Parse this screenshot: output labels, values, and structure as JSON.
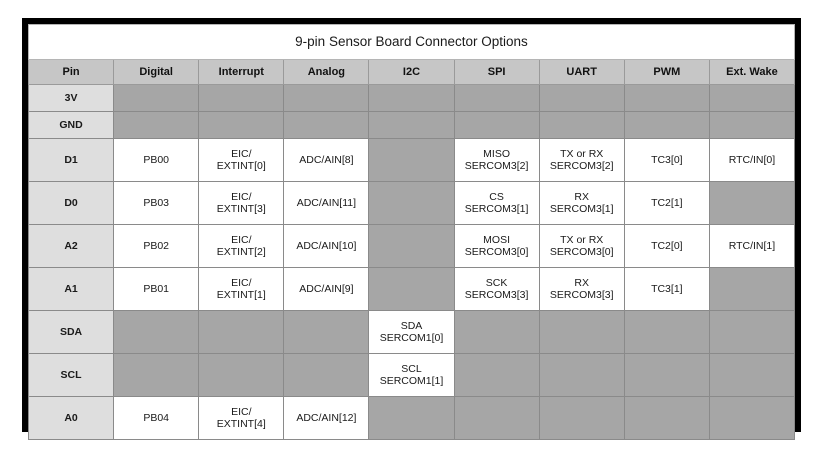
{
  "table": {
    "title": "9-pin Sensor Board Connector Options",
    "columns": [
      {
        "key": "pin",
        "label": "Pin"
      },
      {
        "key": "digital",
        "label": "Digital"
      },
      {
        "key": "interrupt",
        "label": "Interrupt"
      },
      {
        "key": "analog",
        "label": "Analog"
      },
      {
        "key": "i2c",
        "label": "I2C"
      },
      {
        "key": "spi",
        "label": "SPI"
      },
      {
        "key": "uart",
        "label": "UART"
      },
      {
        "key": "pwm",
        "label": "PWM"
      },
      {
        "key": "extwake",
        "label": "Ext. Wake"
      }
    ],
    "rows": [
      {
        "pin": "3V",
        "digital": "",
        "interrupt": "",
        "analog": "",
        "i2c": "",
        "spi": "",
        "spi2": "",
        "uart": "",
        "uart2": "",
        "pwm": "",
        "extwake": ""
      },
      {
        "pin": "GND",
        "digital": "",
        "interrupt": "",
        "analog": "",
        "i2c": "",
        "spi": "",
        "spi2": "",
        "uart": "",
        "uart2": "",
        "pwm": "",
        "extwake": ""
      },
      {
        "pin": "D1",
        "digital": "PB00",
        "interrupt": "EIC/",
        "interrupt2": "EXTINT[0]",
        "analog": "ADC/AIN[8]",
        "i2c": "",
        "i2c2": "",
        "spi": "MISO",
        "spi2": "SERCOM3[2]",
        "uart": "TX or RX",
        "uart2": "SERCOM3[2]",
        "pwm": "TC3[0]",
        "extwake": "RTC/IN[0]"
      },
      {
        "pin": "D0",
        "digital": "PB03",
        "interrupt": "EIC/",
        "interrupt2": "EXTINT[3]",
        "analog": "ADC/AIN[11]",
        "i2c": "",
        "i2c2": "",
        "spi": "CS",
        "spi2": "SERCOM3[1]",
        "uart": "RX",
        "uart2": "SERCOM3[1]",
        "pwm": "TC2[1]",
        "extwake": ""
      },
      {
        "pin": "A2",
        "digital": "PB02",
        "interrupt": "EIC/",
        "interrupt2": "EXTINT[2]",
        "analog": "ADC/AIN[10]",
        "i2c": "",
        "i2c2": "",
        "spi": "MOSI",
        "spi2": "SERCOM3[0]",
        "uart": "TX or RX",
        "uart2": "SERCOM3[0]",
        "pwm": "TC2[0]",
        "extwake": "RTC/IN[1]"
      },
      {
        "pin": "A1",
        "digital": "PB01",
        "interrupt": "EIC/",
        "interrupt2": "EXTINT[1]",
        "analog": "ADC/AIN[9]",
        "i2c": "",
        "i2c2": "",
        "spi": "SCK",
        "spi2": "SERCOM3[3]",
        "uart": "RX",
        "uart2": "SERCOM3[3]",
        "pwm": "TC3[1]",
        "extwake": ""
      },
      {
        "pin": "SDA",
        "digital": "",
        "interrupt": "",
        "interrupt2": "",
        "analog": "",
        "i2c": "SDA",
        "i2c2": "SERCOM1[0]",
        "spi": "",
        "spi2": "",
        "uart": "",
        "uart2": "",
        "pwm": "",
        "extwake": ""
      },
      {
        "pin": "SCL",
        "digital": "",
        "interrupt": "",
        "interrupt2": "",
        "analog": "",
        "i2c": "SCL",
        "i2c2": "SERCOM1[1]",
        "spi": "",
        "spi2": "",
        "uart": "",
        "uart2": "",
        "pwm": "",
        "extwake": ""
      },
      {
        "pin": "A0",
        "digital": "PB04",
        "interrupt": "EIC/",
        "interrupt2": "EXTINT[4]",
        "analog": "ADC/AIN[12]",
        "i2c": "",
        "i2c2": "",
        "spi": "",
        "spi2": "",
        "uart": "",
        "uart2": "",
        "pwm": "",
        "extwake": ""
      }
    ]
  },
  "colors": {
    "frame": "#000000",
    "page_background": "#ffffff",
    "header_background": "#c6c6c6",
    "pin_column_background": "#dedede",
    "cell_background": "#ffffff",
    "unavailable_background": "#a6a6a6",
    "grid_line": "#8a8a8a",
    "text": "#1a1a1a"
  }
}
